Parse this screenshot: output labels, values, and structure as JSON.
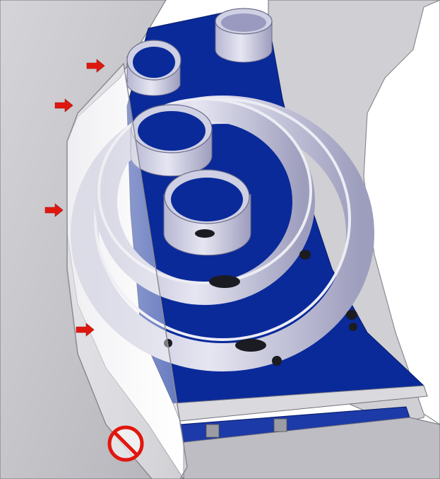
{
  "scene": {
    "colors": {
      "panel_blue": "#0a2a9a",
      "housing_gray": "#c9c9cd",
      "dark_gray": "#8a8a90",
      "ring_light": "#d8d8ea",
      "ring_shade": "#a9a9c6",
      "arrow_red": "#e0170f",
      "prohibit_red": "#e0170f",
      "background": "#ffffff"
    },
    "callouts": {
      "arrow_count": 4,
      "arrow_icon": "arrow-right-icon",
      "prohibition_icon": "no-entry-icon"
    },
    "rings": {
      "large_ring_count": 2,
      "small_cup_count": 4
    }
  }
}
